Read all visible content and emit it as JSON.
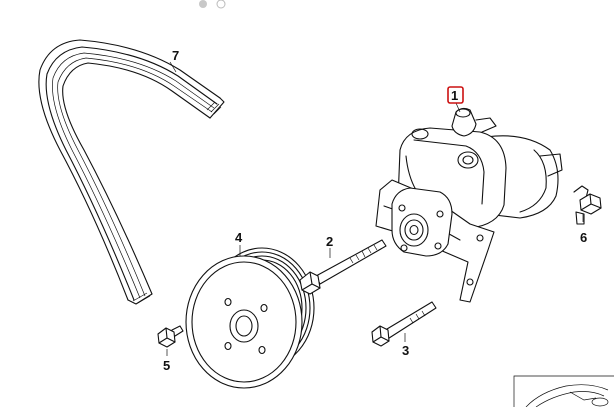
{
  "callouts": {
    "part_1": "1",
    "part_2": "2",
    "part_3": "3",
    "part_4": "4",
    "part_5": "5",
    "part_6": "6",
    "part_7": "7"
  },
  "colors": {
    "line": "#111111",
    "highlight": "#cc1010",
    "pager_active": "#c8c8c8"
  },
  "pager": {
    "pages": 2,
    "active_index": 0
  }
}
